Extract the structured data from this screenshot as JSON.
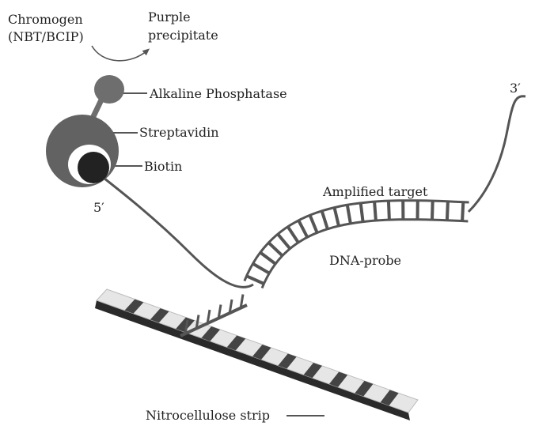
{
  "labels": {
    "chromogen_line1": "Chromogen",
    "chromogen_line2": "(NBT/BCIP)",
    "purple_line1": "Purple",
    "purple_line2": "precipitate",
    "alkaline_phosphatase": "Alkaline Phosphatase",
    "streptavidin": "Streptavidin",
    "biotin": "Biotin",
    "five_prime": "5′",
    "three_prime": "3′",
    "amplified_target": "Amplified target",
    "dna_probe": "DNA-probe",
    "nitrocellulose_strip": "Nitrocellulose strip"
  },
  "colors": {
    "strand": "#555555",
    "ap_enzyme": "#6e6e6e",
    "streptavidin": "#626262",
    "biotin": "#222222",
    "strip_top": "#e6e6e6",
    "strip_side": "#2a2a2a",
    "strip_band": "#444444",
    "text": "#222222"
  }
}
